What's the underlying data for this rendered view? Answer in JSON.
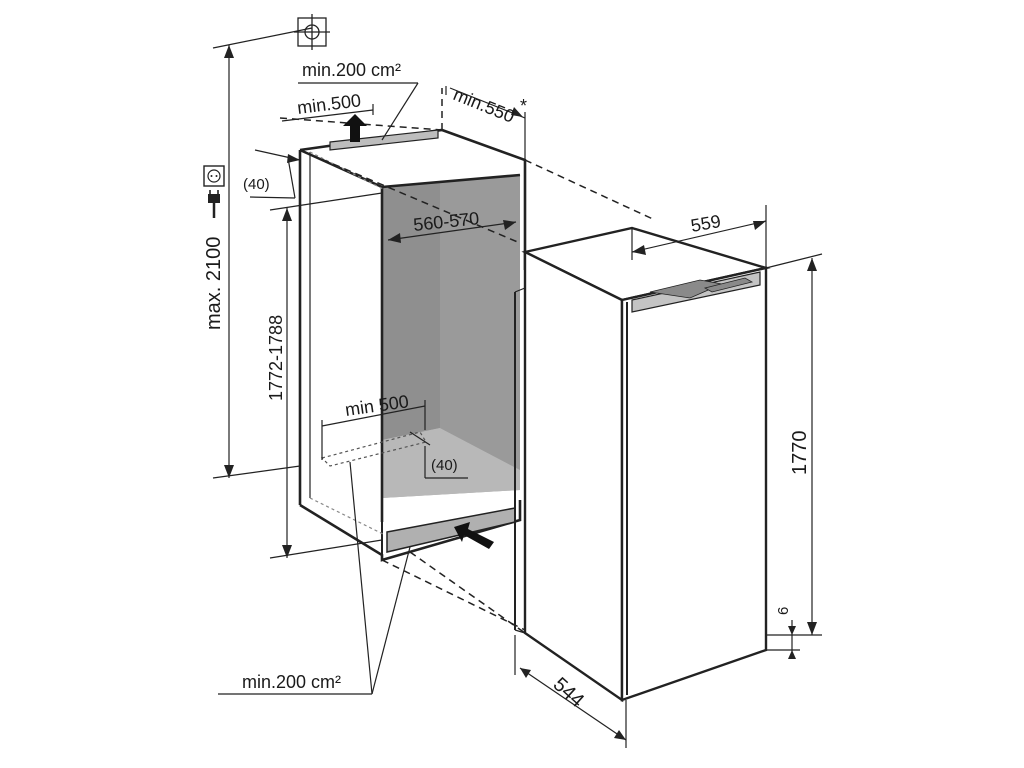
{
  "labels": {
    "vent_top_area": "min.200 cm²",
    "vent_top_min": "min.500",
    "depth_min": "min.550",
    "depth_min_note": "*",
    "top_gap": "(40)",
    "max_height": "max. 2100",
    "niche_width": "560-570",
    "niche_height": "1772-1788",
    "bottom_min": "min 500",
    "bottom_gap": "(40)",
    "appliance_width": "559",
    "appliance_height": "1770",
    "plinth_gap": "6",
    "appliance_depth": "544",
    "vent_bottom_area": "min.200 cm²"
  },
  "icons": [
    "socket-icon",
    "plug-icon",
    "position-target-icon",
    "airflow-arrow-up-icon",
    "airflow-arrow-in-icon"
  ]
}
